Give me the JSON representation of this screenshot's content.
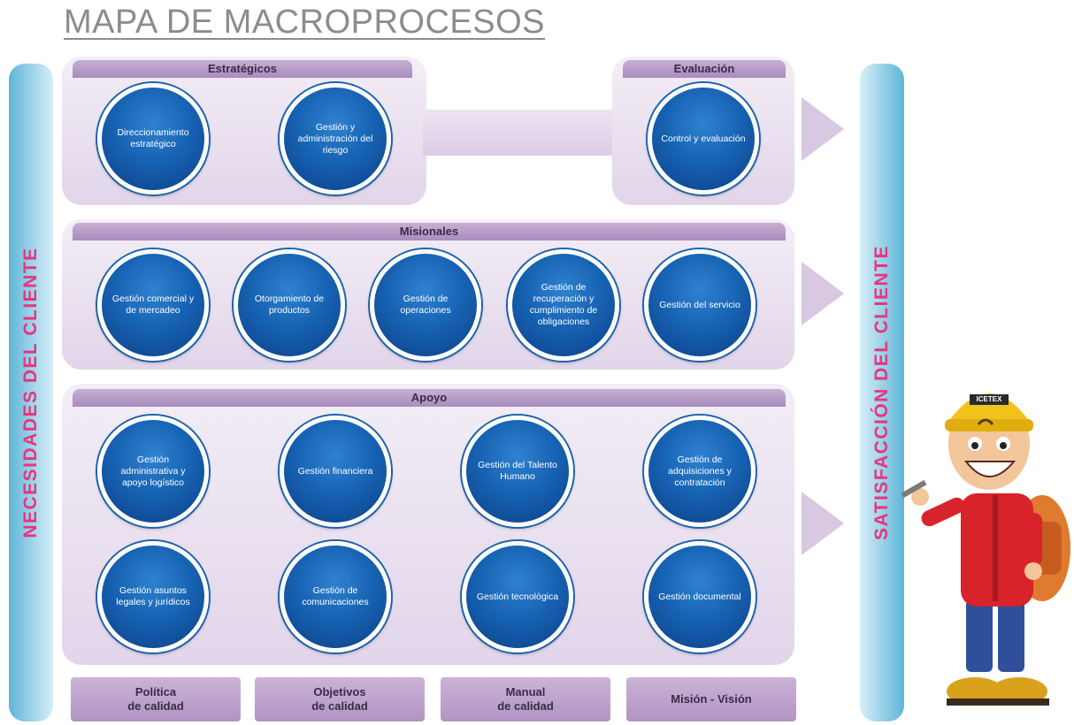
{
  "title": "MAPA DE MACROPROCESOS",
  "left_label": "NECESIDADES DEL CLIENTE",
  "right_label": "SATISFACCIÓN DEL CLIENTE",
  "estrategicos": {
    "header": "Estratégicos",
    "items": [
      "Direccionamiento estratégico",
      "Gestión y administración del riesgo"
    ]
  },
  "evaluacion": {
    "header": "Evaluación",
    "items": [
      "Control y evaluación"
    ]
  },
  "misionales": {
    "header": "Misionales",
    "items": [
      "Gestión comercial y de mercadeo",
      "Otorgamiento de productos",
      "Gestión de operaciones",
      "Gestión de recuperación y cumplimiento de obligaciones",
      "Gestión del servicio"
    ]
  },
  "apoyo": {
    "header": "Apoyo",
    "items": [
      "Gestión administrativa y apoyo logístico",
      "Gestión financiera",
      "Gestión del Talento Humano",
      "Gestión de adquisiciones y contratación",
      "Gestión asuntos legales y jurídicos",
      "Gestión de comunicaciones",
      "Gestión tecnológica",
      "Gestión documental"
    ]
  },
  "bottom": [
    "Política\nde calidad",
    "Objetivos\nde calidad",
    "Manual\nde calidad",
    "Misión - Visión"
  ],
  "mascot": {
    "helmet_text": "ICETEX"
  },
  "colors": {
    "circle": "#1763b3",
    "side_bar": "#5fb5d8",
    "side_text": "#e8357d",
    "panel": "#e2d5ea",
    "header": "#a98bbd"
  }
}
